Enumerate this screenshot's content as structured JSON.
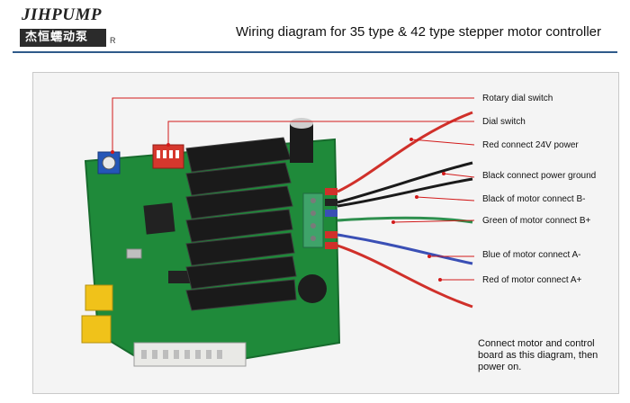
{
  "brand": {
    "logo_text": "JIHPUMP",
    "logo_cn": "杰恒蠕动泵",
    "registered": "R"
  },
  "title": "Wiring diagram for 35 type & 42 type stepper motor controller",
  "callouts": {
    "rotary_dial": "Rotary dial switch",
    "dial_switch": "Dial switch",
    "red_24v": "Red connect 24V power",
    "black_ground": "Black connect power ground",
    "black_b_minus": "Black of motor connect B-",
    "green_b_plus": "Green of motor connect B+",
    "blue_a_minus": "Blue of motor connect A-",
    "red_a_plus": "Red of motor connect A+"
  },
  "note": "Connect motor and control board as this diagram, then power on.",
  "colors": {
    "board": "#1f8a3a",
    "heatsink": "#1a1a1a",
    "header_rule": "#2f5a8a",
    "wire_red": "#d0302a",
    "wire_black": "#1a1a1a",
    "wire_green": "#2e8f4e",
    "wire_blue": "#3a4fb5",
    "leader": "#d21a1a"
  }
}
